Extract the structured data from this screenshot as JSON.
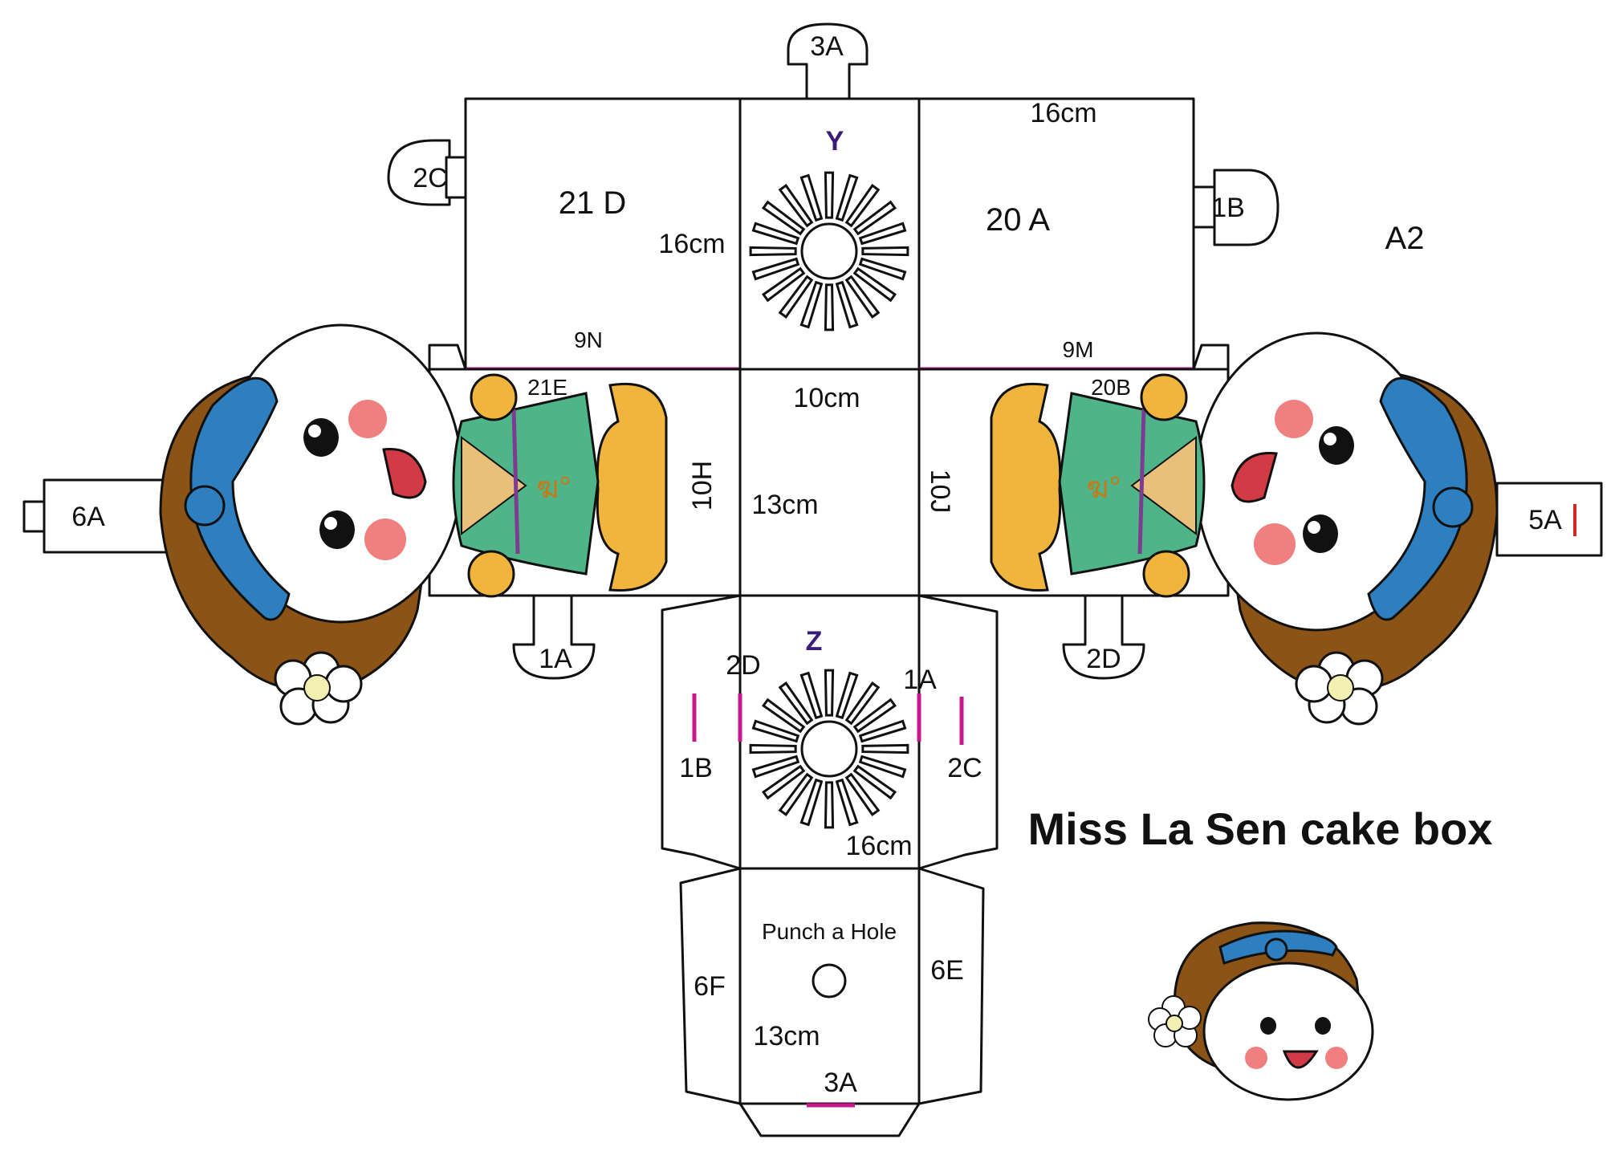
{
  "title": "Miss La Sen cake box",
  "sheet_label": "A2",
  "panels": {
    "back": "21 D",
    "front": "20 A",
    "top_letter": "Y",
    "bottom_letter": "Z"
  },
  "tabs": {
    "top_tab": "3A",
    "left_tab": "2C",
    "right_tab": "1B",
    "side_left_end": "6A",
    "side_right_end": "5A",
    "left_lower_tab": "1A",
    "right_lower_tab": "2D",
    "bottom_tab": "3A"
  },
  "edges": {
    "back_bottom": "9N",
    "front_bottom": "9M",
    "left_side_corner": "21E",
    "right_side_corner": "20B",
    "left_fold": "10H",
    "right_fold": "10J",
    "z_left_mark": "2D",
    "z_right_mark": "1A",
    "z_left_flap": "1B",
    "z_right_flap": "2C",
    "lid_left_flap": "6F",
    "lid_right_flap": "6E"
  },
  "dimensions": {
    "d16_top": "16cm",
    "d16_back": "16cm",
    "d10": "10cm",
    "d13_mid": "13cm",
    "d16_z": "16cm",
    "d13_lid": "13cm"
  },
  "instruction": "Punch a Hole",
  "colors": {
    "outline": "#111111",
    "magenta": "#c8198c",
    "red_mark": "#d2281e",
    "hair": "#8b5416",
    "bow": "#2d7fc0",
    "dress": "#4fb487",
    "skin": "#ffffff",
    "blush": "#f08080",
    "gold": "#f1b43c",
    "letter_purple": "#3a1a7a"
  }
}
